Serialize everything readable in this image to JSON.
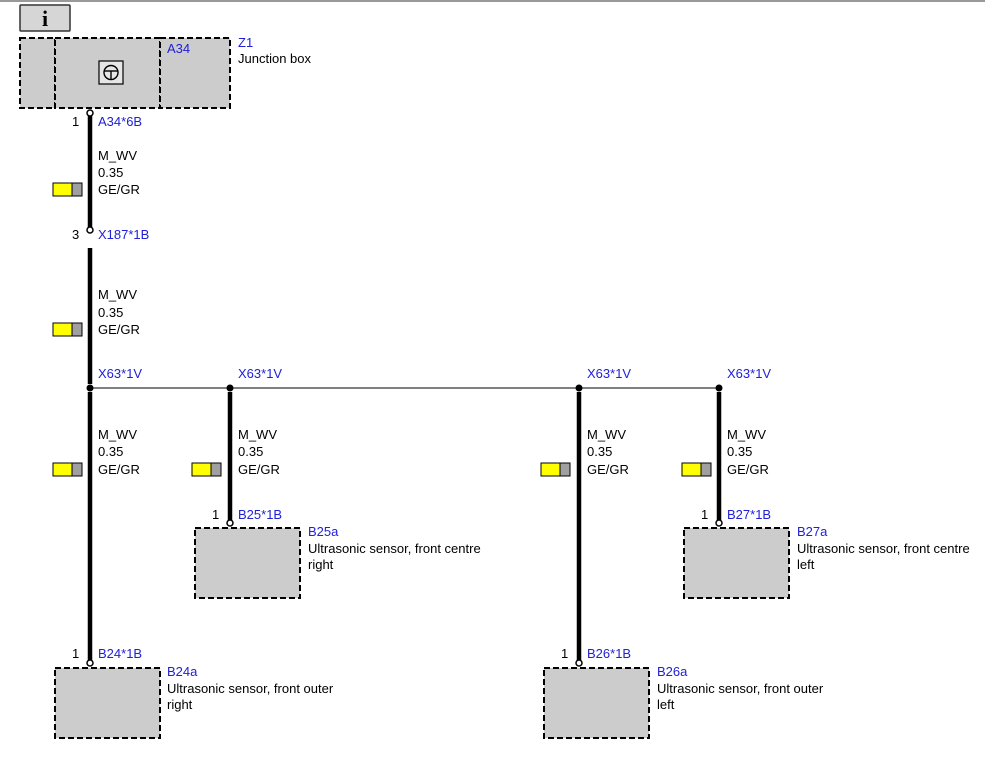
{
  "colors": {
    "box_fill": "#cccccc",
    "label_blue": "#2020d8",
    "swatch_main": "#ffff00",
    "swatch_stripe": "#a0a0a0",
    "top_border": "#999999"
  },
  "info_button": {
    "icon": "info-icon",
    "label": "i"
  },
  "junction_box": {
    "ref": "A34",
    "id": "Z1",
    "description": "Junction box",
    "icon": "steering-wheel-icon"
  },
  "connectors": {
    "c1": {
      "pin": "1",
      "name": "A34*6B"
    },
    "c2": {
      "pin": "3",
      "name": "X187*1B"
    },
    "s1": {
      "name": "X63*1V"
    },
    "s2": {
      "name": "X63*1V"
    },
    "s3": {
      "name": "X63*1V"
    },
    "s4": {
      "name": "X63*1V"
    },
    "b25": {
      "pin": "1",
      "name": "B25*1B"
    },
    "b27": {
      "pin": "1",
      "name": "B27*1B"
    },
    "b24": {
      "pin": "1",
      "name": "B24*1B"
    },
    "b26": {
      "pin": "1",
      "name": "B26*1B"
    }
  },
  "wires": {
    "w1": {
      "signal": "M_WV",
      "size": "0.35",
      "color": "GE/GR"
    },
    "w2": {
      "signal": "M_WV",
      "size": "0.35",
      "color": "GE/GR"
    },
    "w3": {
      "signal": "M_WV",
      "size": "0.35",
      "color": "GE/GR"
    },
    "w4": {
      "signal": "M_WV",
      "size": "0.35",
      "color": "GE/GR"
    },
    "w5": {
      "signal": "M_WV",
      "size": "0.35",
      "color": "GE/GR"
    },
    "w6": {
      "signal": "M_WV",
      "size": "0.35",
      "color": "GE/GR"
    }
  },
  "components": {
    "b25a": {
      "id": "B25a",
      "line1": "Ultrasonic sensor, front centre",
      "line2": "right"
    },
    "b27a": {
      "id": "B27a",
      "line1": "Ultrasonic sensor, front centre",
      "line2": "left"
    },
    "b24a": {
      "id": "B24a",
      "line1": "Ultrasonic sensor, front outer",
      "line2": "right"
    },
    "b26a": {
      "id": "B26a",
      "line1": "Ultrasonic sensor, front outer",
      "line2": "left"
    }
  }
}
